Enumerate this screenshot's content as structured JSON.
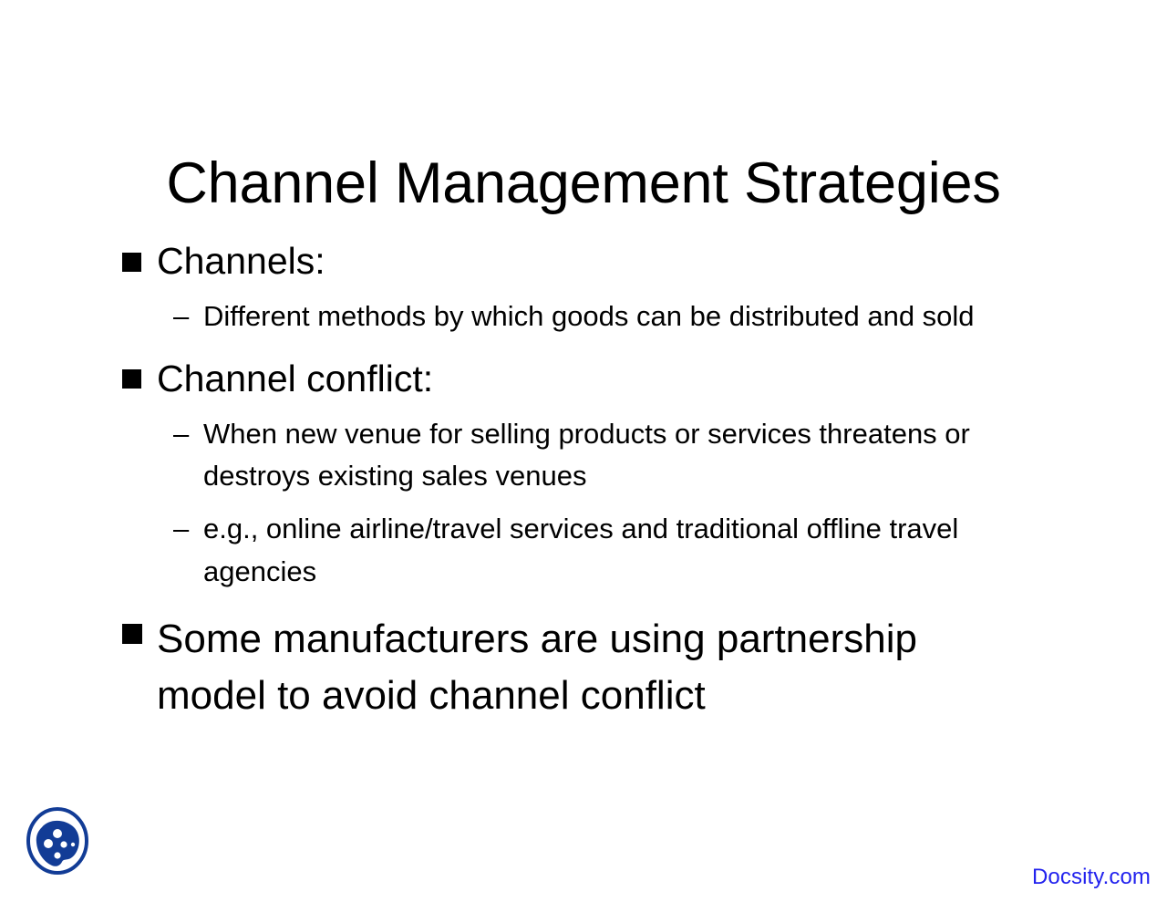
{
  "slide": {
    "title": "Channel Management Strategies",
    "background_color": "#FFFFFF",
    "text_color": "#000000",
    "bullets": [
      {
        "level": 1,
        "marker": "filled-square",
        "text": "Channels:"
      },
      {
        "level": 2,
        "marker": "en-dash",
        "text": "Different methods by which goods can be distributed and sold"
      },
      {
        "level": 1,
        "marker": "filled-square",
        "text": "Channel conflict:"
      },
      {
        "level": 2,
        "marker": "en-dash",
        "text": "When new venue for selling products or services threatens or destroys existing sales venues"
      },
      {
        "level": 2,
        "marker": "en-dash",
        "text": "e.g., online airline/travel services and traditional offline travel agencies"
      },
      {
        "level": 1,
        "marker": "filled-square",
        "text": "Some manufacturers are using partnership model to avoid channel conflict"
      }
    ]
  },
  "markers": {
    "square": "■",
    "dash": "–"
  },
  "branding": {
    "logo_name": "docsity-logo",
    "logo_color": "#123C96",
    "watermark_text": "Docsity.com",
    "watermark_color": "#2222EE"
  }
}
